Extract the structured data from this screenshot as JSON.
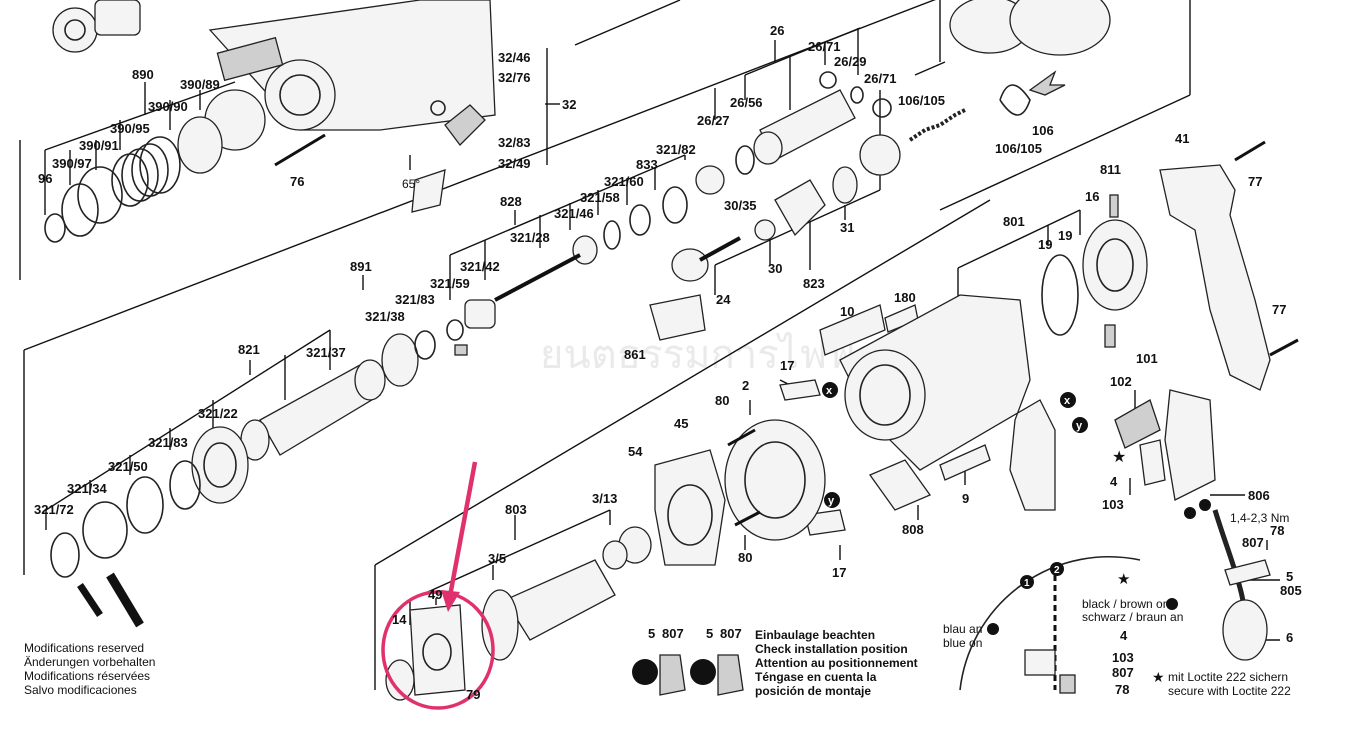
{
  "watermark": "ยนตธรรมการไฟฟ้า.com",
  "part_labels": {
    "p890": "890",
    "p390_89": "390/89",
    "p390_90": "390/90",
    "p390_95": "390/95",
    "p390_91": "390/91",
    "p390_97": "390/97",
    "p96": "96",
    "p76": "76",
    "p32_46": "32/46",
    "p32_76": "32/76",
    "p32": "32",
    "p32_83": "32/83",
    "p32_49": "32/49",
    "angle": "65°",
    "p26": "26",
    "p26_71a": "26/71",
    "p26_29": "26/29",
    "p26_71b": "26/71",
    "p26_56": "26/56",
    "p26_27": "26/27",
    "p106_105a": "106/105",
    "p106": "106",
    "p106_105b": "106/105",
    "p41": "41",
    "p77a": "77",
    "p77b": "77",
    "p828": "828",
    "p321_82": "321/82",
    "p833": "833",
    "p321_60": "321/60",
    "p321_58": "321/58",
    "p321_46": "321/46",
    "p321_28": "321/28",
    "p30_35": "30/35",
    "p31": "31",
    "p30": "30",
    "p823": "823",
    "p891": "891",
    "p321_42": "321/42",
    "p321_59": "321/59",
    "p321_83a": "321/83",
    "p321_38": "321/38",
    "p24": "24",
    "p861": "861",
    "p811": "811",
    "p16": "16",
    "p801": "801",
    "p19a": "19",
    "p19b": "19",
    "p180": "180",
    "p10": "10",
    "p821": "821",
    "p321_37": "321/37",
    "p321_22": "321/22",
    "p321_83b": "321/83",
    "p321_50": "321/50",
    "p321_34": "321/34",
    "p321_72": "321/72",
    "p17a": "17",
    "p80a": "80",
    "p2": "2",
    "p45": "45",
    "p54": "54",
    "p101": "101",
    "p102": "102",
    "p4": "4",
    "p103": "103",
    "p9": "9",
    "p808": "808",
    "p80b": "80",
    "p17b": "17",
    "p803": "803",
    "p3_13": "3/13",
    "p3_5": "3/5",
    "p49": "49",
    "p14": "14",
    "p79": "79",
    "p806": "806",
    "torque": "1,4-2,3 Nm",
    "p807a": "807",
    "p78a": "78",
    "p5a": "5",
    "p805": "805",
    "p6": "6",
    "p5b": "5",
    "p807b": "807",
    "p5c": "5",
    "p807c": "807",
    "ins_4": "4",
    "ins_103": "103",
    "ins_807": "807",
    "ins_78": "78"
  },
  "markers": {
    "x": "x",
    "y": "y",
    "one": "1",
    "two": "2"
  },
  "notes": {
    "modifications": [
      "Modifications reserved",
      "Änderungen vorbehalten",
      "Modifications réservées",
      "Salvo modificaciones"
    ],
    "installation": [
      "Einbaulage beachten",
      "Check installation position",
      "Attention au positionnement",
      "Téngase en cuenta la",
      "posición de montaje"
    ],
    "blau_an": "blau an",
    "blue_on": "blue on",
    "black_brown": "black / brown on",
    "schwarz_braun": "schwarz / braun an",
    "loctite_de": "mit Loctite 222 sichern",
    "loctite_en": "secure with Loctite 222"
  },
  "colors": {
    "highlight": "#e0316e",
    "ink": "#111111",
    "part_fill": "#f4f4f4"
  }
}
